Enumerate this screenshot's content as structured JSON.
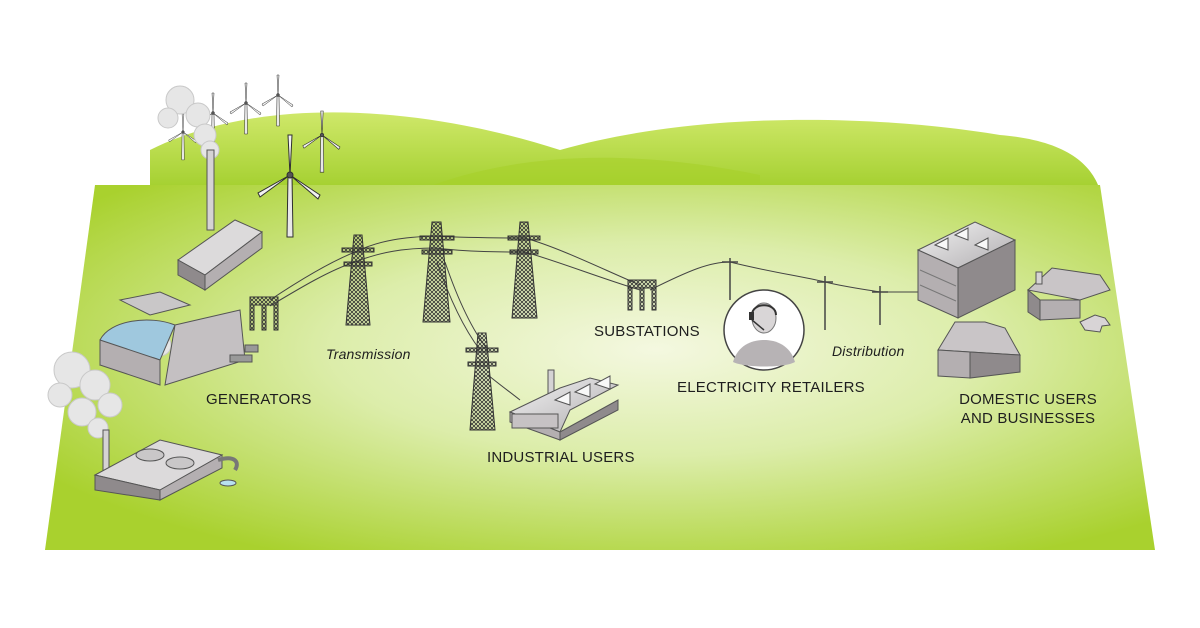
{
  "labels": {
    "generators": "GENERATORS",
    "transmission": "Transmission",
    "substations": "SUBSTATIONS",
    "industrial_users": "INDUSTRIAL USERS",
    "electricity_retailers": "ELECTRICITY RETAILERS",
    "distribution": "Distribution",
    "domestic_line1": "DOMESTIC USERS",
    "domestic_line2": "AND BUSINESSES"
  },
  "colors": {
    "grass_light": "#eef5c9",
    "grass_mid": "#b9dc3a",
    "grass_dark": "#8fc51c",
    "building": "#b9b4b6",
    "building_dark": "#8f8a8c",
    "tower": "#3a3a3a",
    "smoke": "#e4e4e4"
  },
  "icons": [
    "wind-turbine-icon",
    "power-plant-icon",
    "pylon-icon",
    "substation-icon",
    "factory-icon",
    "headset-person-icon",
    "house-icon",
    "office-building-icon",
    "dog-icon"
  ]
}
